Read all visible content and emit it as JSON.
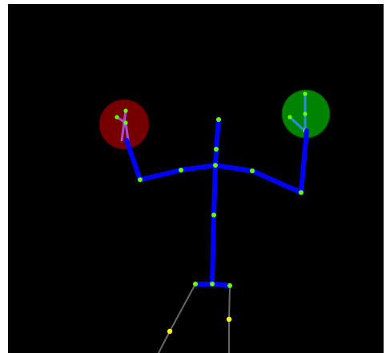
{
  "scene": {
    "background_color": "#000000",
    "bone_color": "#0000ff",
    "lower_bone_color": "#666666",
    "joint_color": "#66ff00",
    "leg_joint_color": "#ffff00",
    "left_hand": {
      "color": "#8b0000",
      "opacity": 0.85,
      "finger_color": "#a84dd6",
      "icon": "hand-tracking-sphere"
    },
    "right_hand": {
      "color": "#008a00",
      "opacity": 0.95,
      "finger_color": "#2a8fd8",
      "icon": "hand-tracking-sphere"
    }
  }
}
